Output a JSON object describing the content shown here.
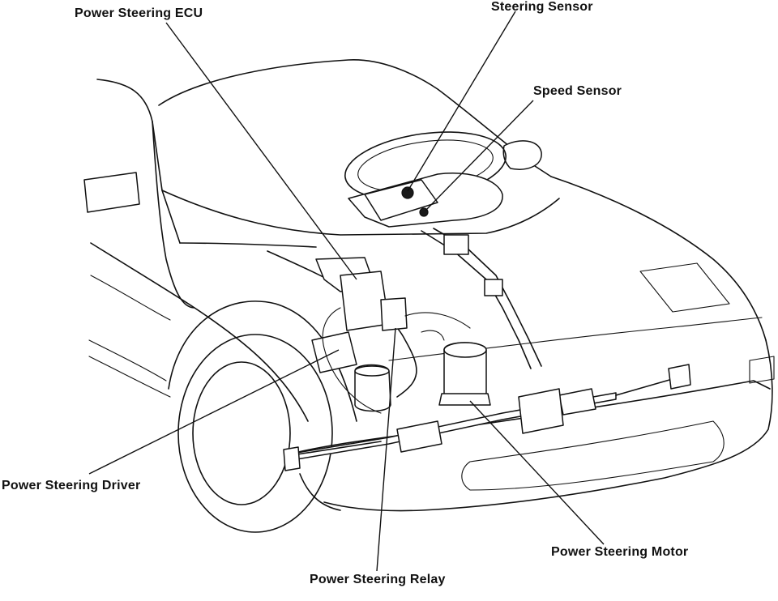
{
  "labels": {
    "power_steering_ecu": "Power Steering ECU",
    "steering_sensor": "Steering Sensor",
    "speed_sensor": "Speed Sensor",
    "power_steering_driver": "Power Steering Driver",
    "power_steering_motor": "Power Steering Motor",
    "power_steering_relay": "Power Steering Relay"
  },
  "colors": {
    "ink": "#111111",
    "background": "#ffffff"
  }
}
